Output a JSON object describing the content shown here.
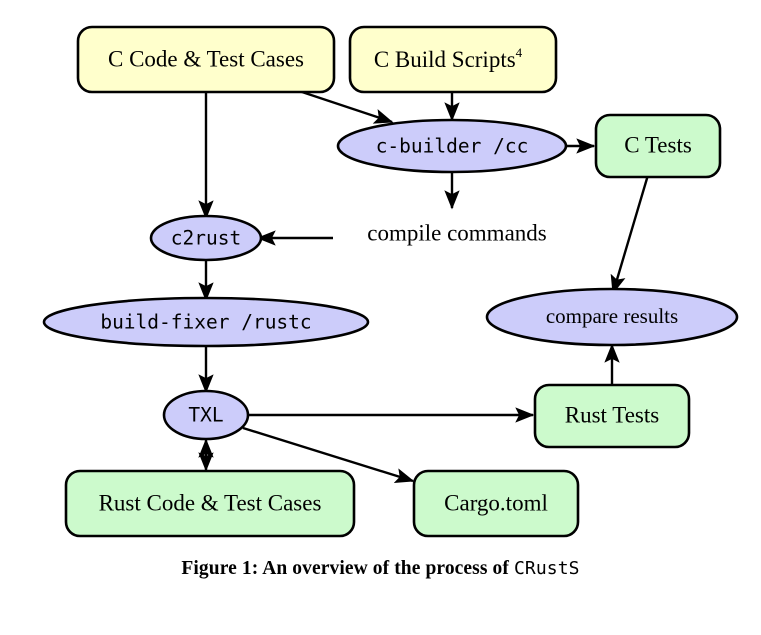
{
  "figure": {
    "caption_prefix": "Figure 1: An overview of the process of",
    "caption_name": "CRustS"
  },
  "colors": {
    "source_box_fill": "#ffffcc",
    "output_box_fill": "#ccfacc",
    "tool_ellipse_fill": "#ccccfa",
    "stroke": "#000000",
    "background": "#ffffff"
  },
  "nodes": {
    "c_code": {
      "label": "C Code & Test Cases",
      "kind": "source-box"
    },
    "c_build_scripts": {
      "label": "C Build Scripts",
      "footnote": "4",
      "kind": "source-box"
    },
    "c_builder": {
      "label": "c-builder /cc",
      "kind": "tool-ellipse"
    },
    "c_tests": {
      "label": "C Tests",
      "kind": "output-box"
    },
    "compile_commands": {
      "label": "compile commands",
      "kind": "free-label"
    },
    "c2rust": {
      "label": "c2rust",
      "kind": "tool-ellipse"
    },
    "build_fixer": {
      "label": "build-fixer /rustc",
      "kind": "tool-ellipse"
    },
    "compare_results": {
      "label": "compare results",
      "kind": "tool-ellipse"
    },
    "txl": {
      "label": "TXL",
      "kind": "tool-ellipse"
    },
    "rust_tests": {
      "label": "Rust Tests",
      "kind": "output-box"
    },
    "rust_code": {
      "label": "Rust Code & Test Cases",
      "kind": "output-box"
    },
    "cargo_toml": {
      "label": "Cargo.toml",
      "kind": "output-box"
    }
  },
  "edges": [
    {
      "from": "c_code",
      "to": "c_builder",
      "style": "arrow"
    },
    {
      "from": "c_code",
      "to": "c2rust",
      "style": "arrow"
    },
    {
      "from": "c_build_scripts",
      "to": "c_builder",
      "style": "arrow"
    },
    {
      "from": "c_builder",
      "to": "c_tests",
      "style": "arrow"
    },
    {
      "from": "c_builder",
      "to": "compile_commands",
      "style": "arrow"
    },
    {
      "from": "compile_commands",
      "to": "c2rust",
      "style": "arrow"
    },
    {
      "from": "c_tests",
      "to": "compare_results",
      "style": "arrow"
    },
    {
      "from": "c2rust",
      "to": "build_fixer",
      "style": "arrow"
    },
    {
      "from": "build_fixer",
      "to": "txl",
      "style": "arrow"
    },
    {
      "from": "txl",
      "to": "rust_tests",
      "style": "arrow"
    },
    {
      "from": "txl",
      "to": "cargo_toml",
      "style": "arrow"
    },
    {
      "from": "txl",
      "to": "rust_code",
      "style": "double-arrow"
    },
    {
      "from": "rust_tests",
      "to": "compare_results",
      "style": "arrow"
    }
  ]
}
